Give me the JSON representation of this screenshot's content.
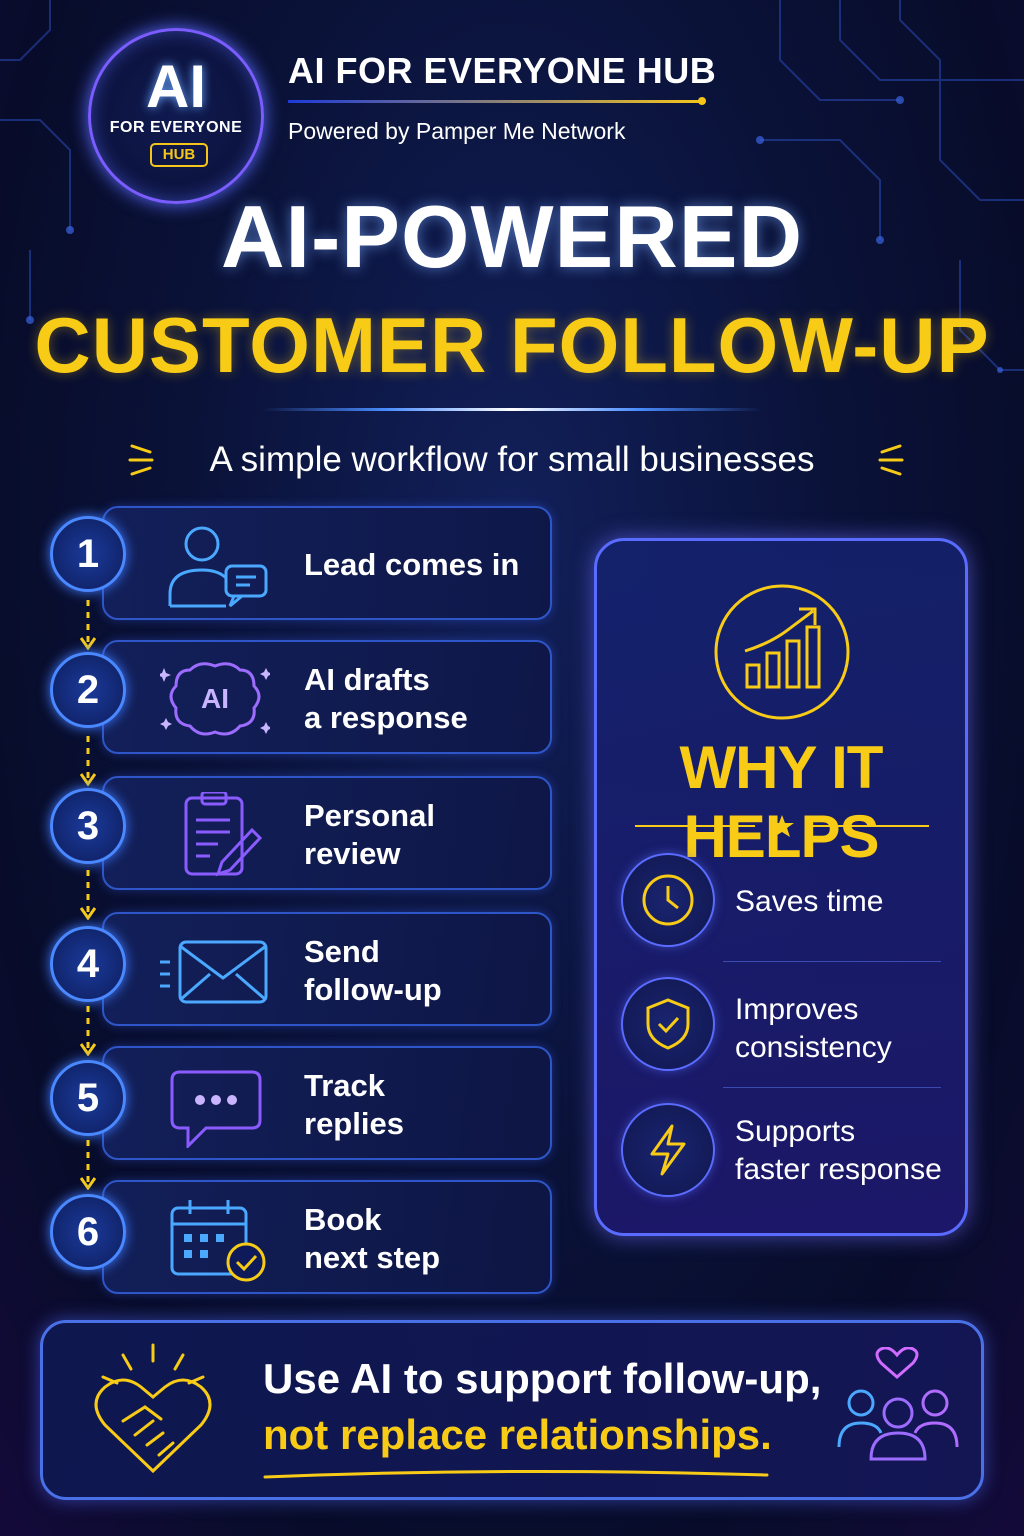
{
  "header": {
    "logo": {
      "main": "AI",
      "sub": "FOR EVERYONE",
      "badge": "HUB"
    },
    "brand_title": "AI FOR EVERYONE HUB",
    "brand_subtitle": "Powered by Pamper Me Network"
  },
  "title": {
    "line1": "AI-POWERED",
    "line2": "CUSTOMER FOLLOW-UP",
    "tagline": "A simple workflow for small businesses"
  },
  "steps": [
    {
      "number": "1",
      "label": "Lead comes in",
      "icon": "user-chat-icon"
    },
    {
      "number": "2",
      "label": "AI drafts\na response",
      "icon": "ai-brain-icon"
    },
    {
      "number": "3",
      "label": "Personal\nreview",
      "icon": "clipboard-pen-icon"
    },
    {
      "number": "4",
      "label": "Send\nfollow-up",
      "icon": "envelope-icon"
    },
    {
      "number": "5",
      "label": "Track\nreplies",
      "icon": "chat-bubble-icon"
    },
    {
      "number": "6",
      "label": "Book\nnext step",
      "icon": "calendar-check-icon"
    }
  ],
  "why": {
    "title": "WHY IT HELPS",
    "icon": "growth-chart-icon",
    "benefits": [
      {
        "label": "Saves time",
        "icon": "clock-icon"
      },
      {
        "label": "Improves\nconsistency",
        "icon": "shield-check-icon"
      },
      {
        "label": "Supports\nfaster response",
        "icon": "lightning-icon"
      }
    ]
  },
  "banner": {
    "line1": "Use AI to support follow-up,",
    "line2": "not replace relationships.",
    "left_icon": "handshake-heart-icon",
    "right_icon": "community-heart-icon"
  },
  "colors": {
    "accent_yellow": "#f7cb16",
    "accent_blue": "#4a88ff",
    "accent_purple": "#7b5cff",
    "background": "#0a1238"
  }
}
